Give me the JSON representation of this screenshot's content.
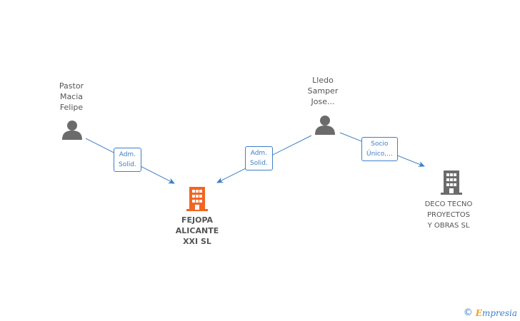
{
  "nodes": {
    "pastor": {
      "lines": [
        "Pastor",
        "Macia",
        "Felipe"
      ],
      "icon": "person-icon"
    },
    "lledo": {
      "lines": [
        "Lledo",
        "Samper",
        "Jose..."
      ],
      "icon": "person-icon"
    },
    "fejopa": {
      "lines": [
        "FEJOPA",
        "ALICANTE",
        "XXI SL"
      ],
      "icon": "building-icon",
      "color": "#f26522"
    },
    "deco": {
      "lines": [
        "DECO TECNO",
        "PROYECTOS",
        "Y OBRAS  SL"
      ],
      "icon": "building-icon",
      "color": "#6b6b6b"
    }
  },
  "edges": {
    "pastor_fejopa": {
      "lines": [
        "Adm.",
        "Solid."
      ]
    },
    "lledo_fejopa": {
      "lines": [
        "Adm.",
        "Solid."
      ]
    },
    "lledo_deco": {
      "lines": [
        "Socio",
        "Único,..."
      ]
    }
  },
  "colors": {
    "edge": "#3d7fc6",
    "person": "#6b6b6b"
  },
  "footer": {
    "copyright": "©",
    "brand_initial": "E",
    "brand_rest": "mpresia"
  }
}
